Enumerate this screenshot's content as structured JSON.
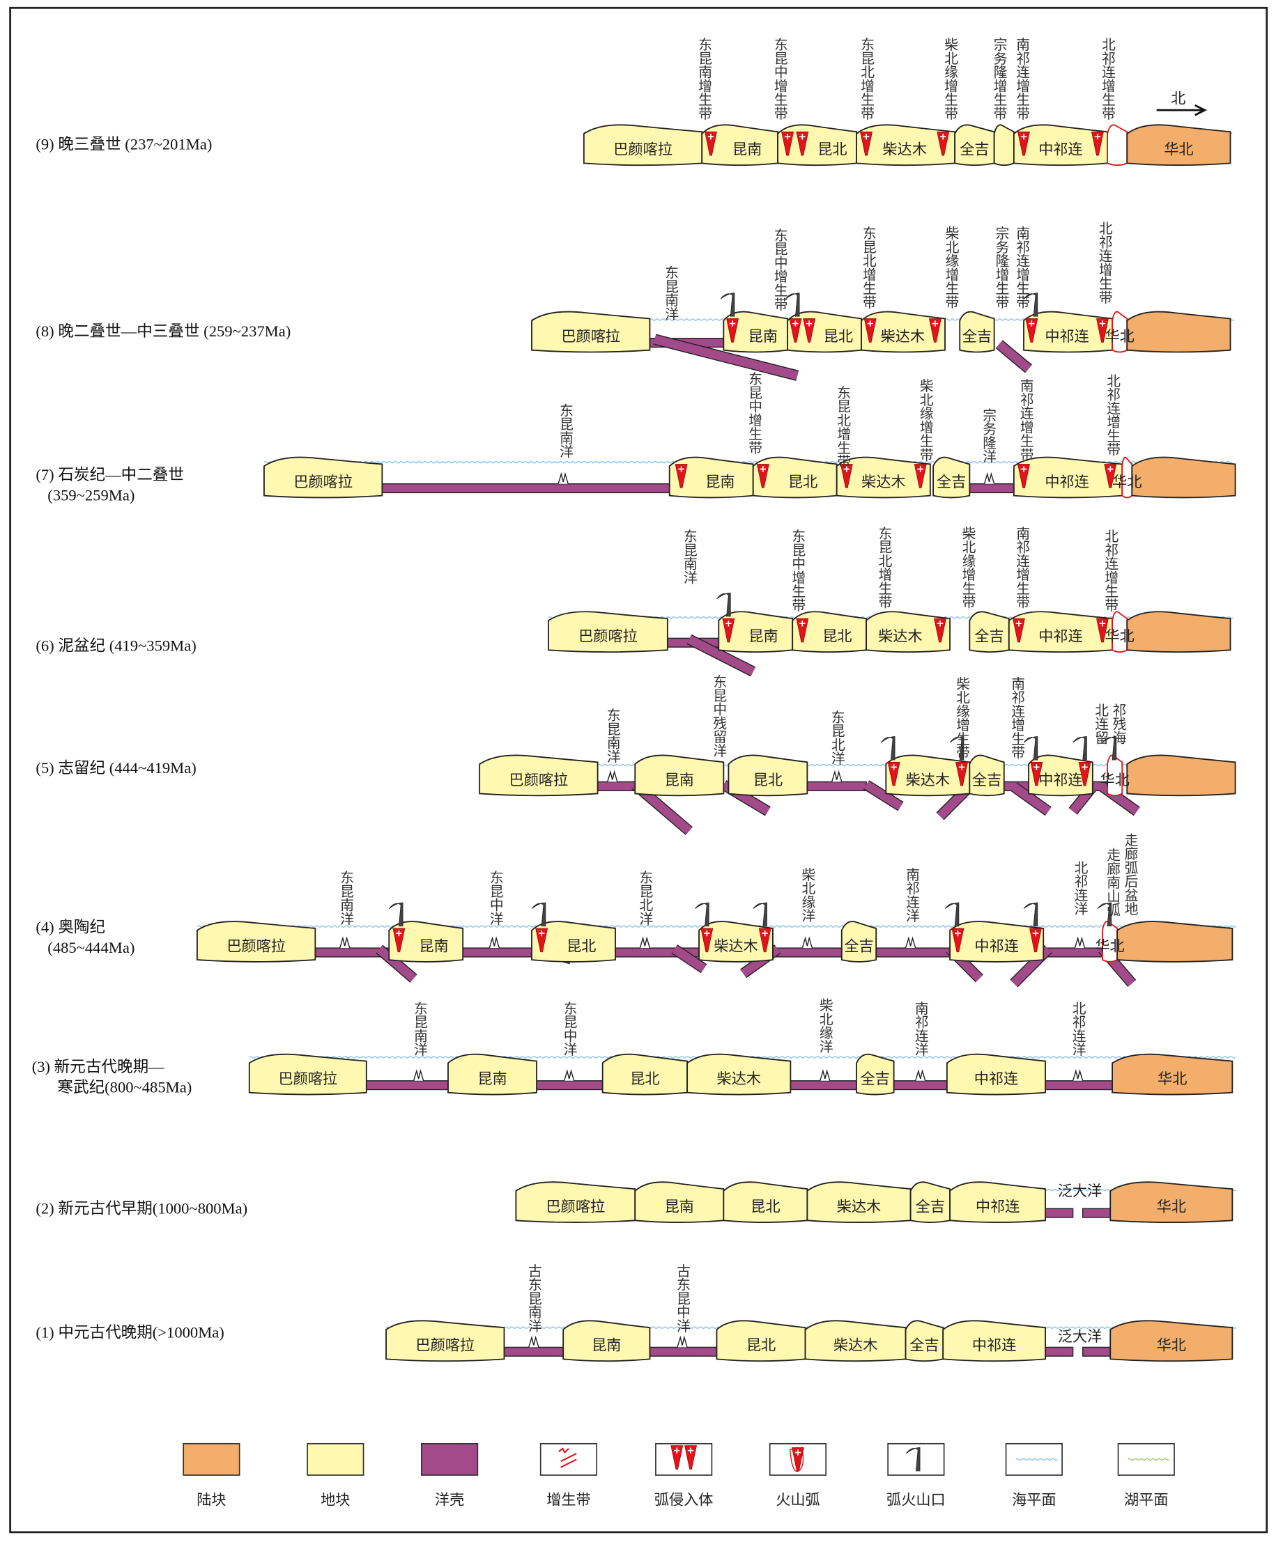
{
  "north_arrow": "北",
  "colors": {
    "continent": "#F2AE6A",
    "block": "#FFF8B0",
    "oceanic_crust": "#A34A8A",
    "sea_level": "#8EC3EA",
    "lake_level": "#9CCB6A",
    "intrusion": "#E0141B"
  },
  "panels": [
    {
      "title": "(9) 晚三叠世 (237~201Ma)",
      "subtitle": "",
      "blocks": [
        "巴颜喀拉",
        "昆南",
        "昆北",
        "柴达木",
        "全吉",
        "",
        "中祁连",
        "",
        "华北"
      ],
      "labels": [
        "东昆南增生带",
        "东昆中增生带",
        "东昆北增生带",
        "柴北缘增生带",
        "宗务隆增生带",
        "南祁连增生带",
        "北祁连增生带"
      ]
    },
    {
      "title": "(8) 晚二叠世—中三叠世 (259~237Ma)",
      "subtitle": "",
      "blocks": [
        "巴颜喀拉",
        "昆南",
        "昆北",
        "柴达木",
        "全吉",
        "中祁连",
        "华北"
      ],
      "labels": [
        "东昆南洋",
        "东昆中增生带",
        "东昆北增生带",
        "柴北缘增生带",
        "宗务隆增生带",
        "南祁连增生带",
        "北祁连增生带"
      ]
    },
    {
      "title": "(7) 石炭纪—中二叠世",
      "subtitle": "(359~259Ma)",
      "blocks": [
        "巴颜喀拉",
        "昆南",
        "昆北",
        "柴达木",
        "全吉",
        "中祁连",
        "华北"
      ],
      "labels": [
        "东昆南洋",
        "东昆中增生带",
        "东昆北增生带",
        "柴北缘增生带",
        "宗务隆洋",
        "南祁连增生带",
        "北祁连增生带"
      ]
    },
    {
      "title": "(6) 泥盆纪 (419~359Ma)",
      "subtitle": "",
      "blocks": [
        "巴颜喀拉",
        "昆南",
        "昆北",
        "柴达木",
        "全吉",
        "中祁连",
        "华北"
      ],
      "labels": [
        "东昆南洋",
        "东昆中增生带",
        "东昆北增生带",
        "柴北缘增生带",
        "南祁连增生带",
        "北祁连增生带"
      ]
    },
    {
      "title": "(5) 志留纪 (444~419Ma)",
      "subtitle": "",
      "blocks": [
        "巴颜喀拉",
        "昆南",
        "昆北",
        "柴达木",
        "全吉",
        "中祁连",
        "华北"
      ],
      "labels": [
        "东昆南洋",
        "东昆中残留洋",
        "东昆北洋",
        "柴北缘增生带",
        "南祁连增生带",
        "北连留",
        "祁残海"
      ]
    },
    {
      "title": "(4) 奥陶纪",
      "subtitle": "(485~444Ma)",
      "blocks": [
        "巴颜喀拉",
        "昆南",
        "昆北",
        "柴达木",
        "全吉",
        "中祁连",
        "华北"
      ],
      "labels": [
        "东昆南洋",
        "东昆中洋",
        "东昆北洋",
        "柴北缘洋",
        "南祁连洋",
        "北祁连洋",
        "走廊南山弧",
        "走廊弧后盆地"
      ]
    },
    {
      "title": "(3) 新元古代晚期—",
      "subtitle": "寒武纪(800~485Ma)",
      "blocks": [
        "巴颜喀拉",
        "昆南",
        "昆北",
        "柴达木",
        "全吉",
        "中祁连",
        "华北"
      ],
      "labels": [
        "东昆南洋",
        "东昆中洋",
        "柴北缘洋",
        "南祁连洋",
        "北祁连洋"
      ]
    },
    {
      "title": "(2) 新元古代早期(1000~800Ma)",
      "subtitle": "",
      "blocks": [
        "巴颜喀拉",
        "昆南",
        "昆北",
        "柴达木",
        "全吉",
        "中祁连",
        "华北"
      ],
      "labels": [],
      "ocean_label": "泛大洋"
    },
    {
      "title": "(1) 中元古代晚期(>1000Ma)",
      "subtitle": "",
      "blocks": [
        "巴颜喀拉",
        "昆南",
        "昆北",
        "柴达木",
        "全吉",
        "中祁连",
        "华北"
      ],
      "labels": [
        "古东昆南洋",
        "古东昆中洋"
      ],
      "ocean_label": "泛大洋"
    }
  ],
  "legend": [
    {
      "label": "陆块",
      "icon": "continent-swatch"
    },
    {
      "label": "地块",
      "icon": "block-swatch"
    },
    {
      "label": "洋壳",
      "icon": "oceanic-crust-swatch"
    },
    {
      "label": "增生带",
      "icon": "accretion-zone-icon"
    },
    {
      "label": "弧侵入体",
      "icon": "arc-intrusion-icon"
    },
    {
      "label": "火山弧",
      "icon": "volcanic-arc-icon"
    },
    {
      "label": "弧火山口",
      "icon": "arc-vent-icon"
    },
    {
      "label": "海平面",
      "icon": "sea-level-icon"
    },
    {
      "label": "湖平面",
      "icon": "lake-level-icon"
    }
  ]
}
